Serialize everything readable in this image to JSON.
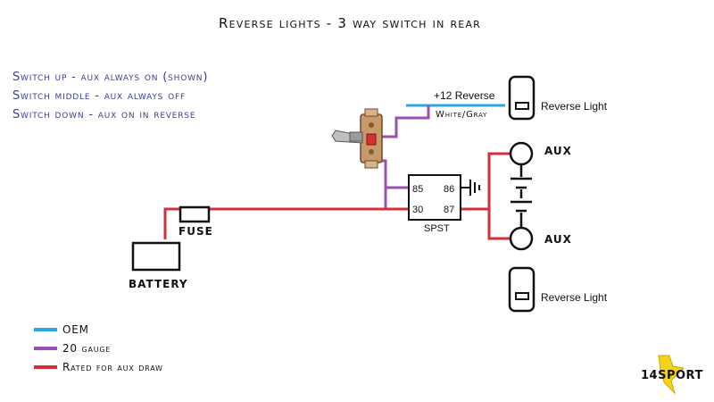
{
  "title": "Reverse lights - 3 way switch in rear",
  "notes": [
    "Switch up - aux always on (shown)",
    "Switch middle - aux always off",
    "Switch down - aux on in reverse"
  ],
  "labels": {
    "reverse_signal": "+12 Reverse",
    "wire_color": "White/Gray",
    "reverse_light_top": "Reverse Light",
    "reverse_light_bottom": "Reverse Light",
    "aux_top": "AUX",
    "aux_bottom": "AUX",
    "fuse": "FUSE",
    "battery": "BATTERY",
    "relay": "SPST",
    "pin_85": "85",
    "pin_86": "86",
    "pin_30": "30",
    "pin_87": "87"
  },
  "legend": [
    {
      "label": "OEM",
      "color": "#2aa9e0"
    },
    {
      "label": "20 gauge",
      "color": "#9b4fb0"
    },
    {
      "label": "Rated for aux draw",
      "color": "#d1313a"
    }
  ],
  "logo": {
    "text": "14SPORT"
  },
  "colors": {
    "oem": "#2aa9e0",
    "gauge20": "#9b4fb0",
    "aux": "#d1313a",
    "notes": "#3b3f8f"
  }
}
